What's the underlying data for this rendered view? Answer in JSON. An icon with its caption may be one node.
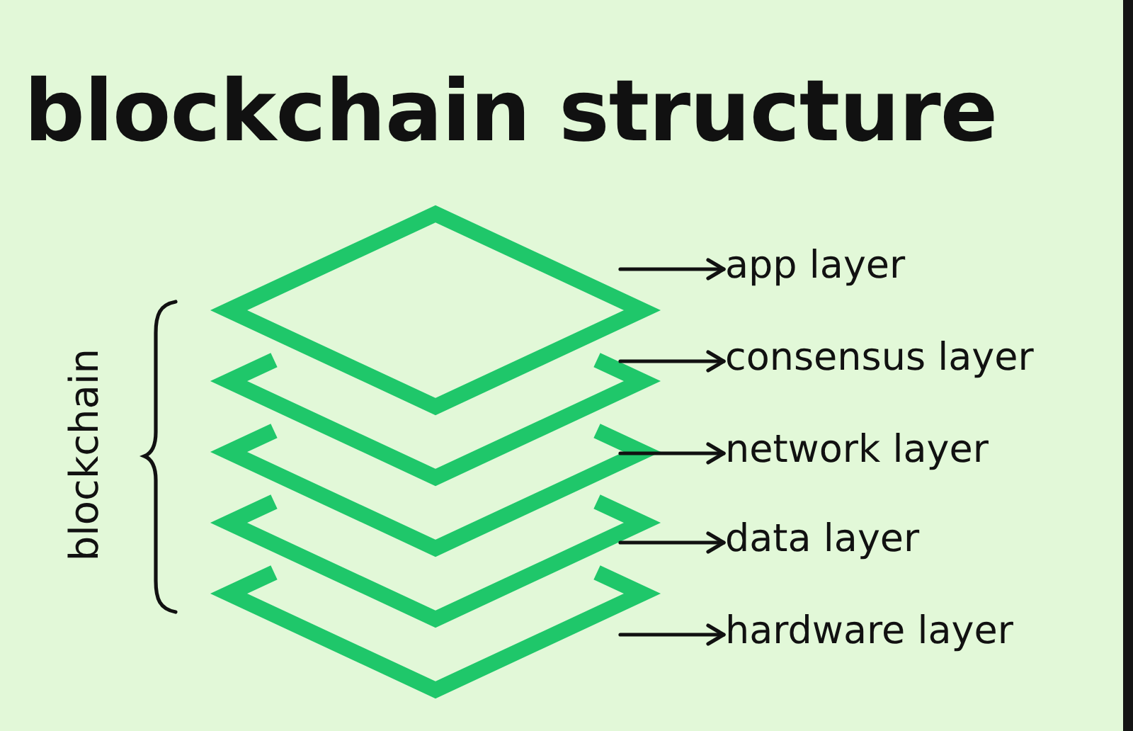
{
  "diagram": {
    "title": "blockchain structure",
    "nodes": [
      {
        "text": [
          "app layer"
        ]
      },
      {
        "text": [
          "consensus layer"
        ]
      },
      {
        "text": [
          "network layer"
        ]
      },
      {
        "text": [
          "data layer"
        ]
      },
      {
        "text": [
          "hardware layer"
        ]
      }
    ],
    "edges": [
      {
        "from": null,
        "to": 0,
        "arrow": "to"
      },
      {
        "from": null,
        "to": 1,
        "arrow": "to"
      },
      {
        "from": null,
        "to": 2,
        "arrow": "to"
      },
      {
        "from": null,
        "to": 3,
        "arrow": "to"
      },
      {
        "from": null,
        "to": 4,
        "arrow": "to"
      }
    ],
    "labels": [
      "blockchain"
    ]
  }
}
